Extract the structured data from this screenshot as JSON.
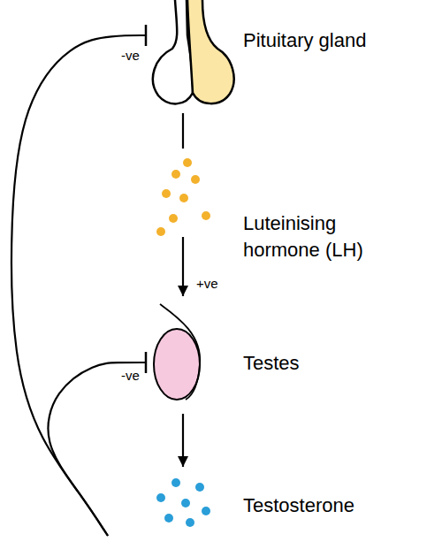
{
  "diagram": {
    "nodes": [
      {
        "text": [
          "Pituitary gland"
        ]
      },
      {
        "text": [
          "Luteinising hormone (LH)"
        ]
      },
      {
        "text": [
          "Testes"
        ]
      },
      {
        "text": [
          "Testosterone"
        ]
      }
    ],
    "edges": [
      {
        "from": 0,
        "to": 1,
        "arrow": "none"
      },
      {
        "from": 1,
        "to": 2,
        "label": "+ve",
        "arrow": "to"
      },
      {
        "from": 2,
        "to": 3,
        "arrow": "to"
      },
      {
        "from": 3,
        "to": 0,
        "label": "-ve",
        "arrow": "to"
      },
      {
        "from": 3,
        "to": 2,
        "label": "-ve",
        "arrow": "to"
      }
    ]
  }
}
